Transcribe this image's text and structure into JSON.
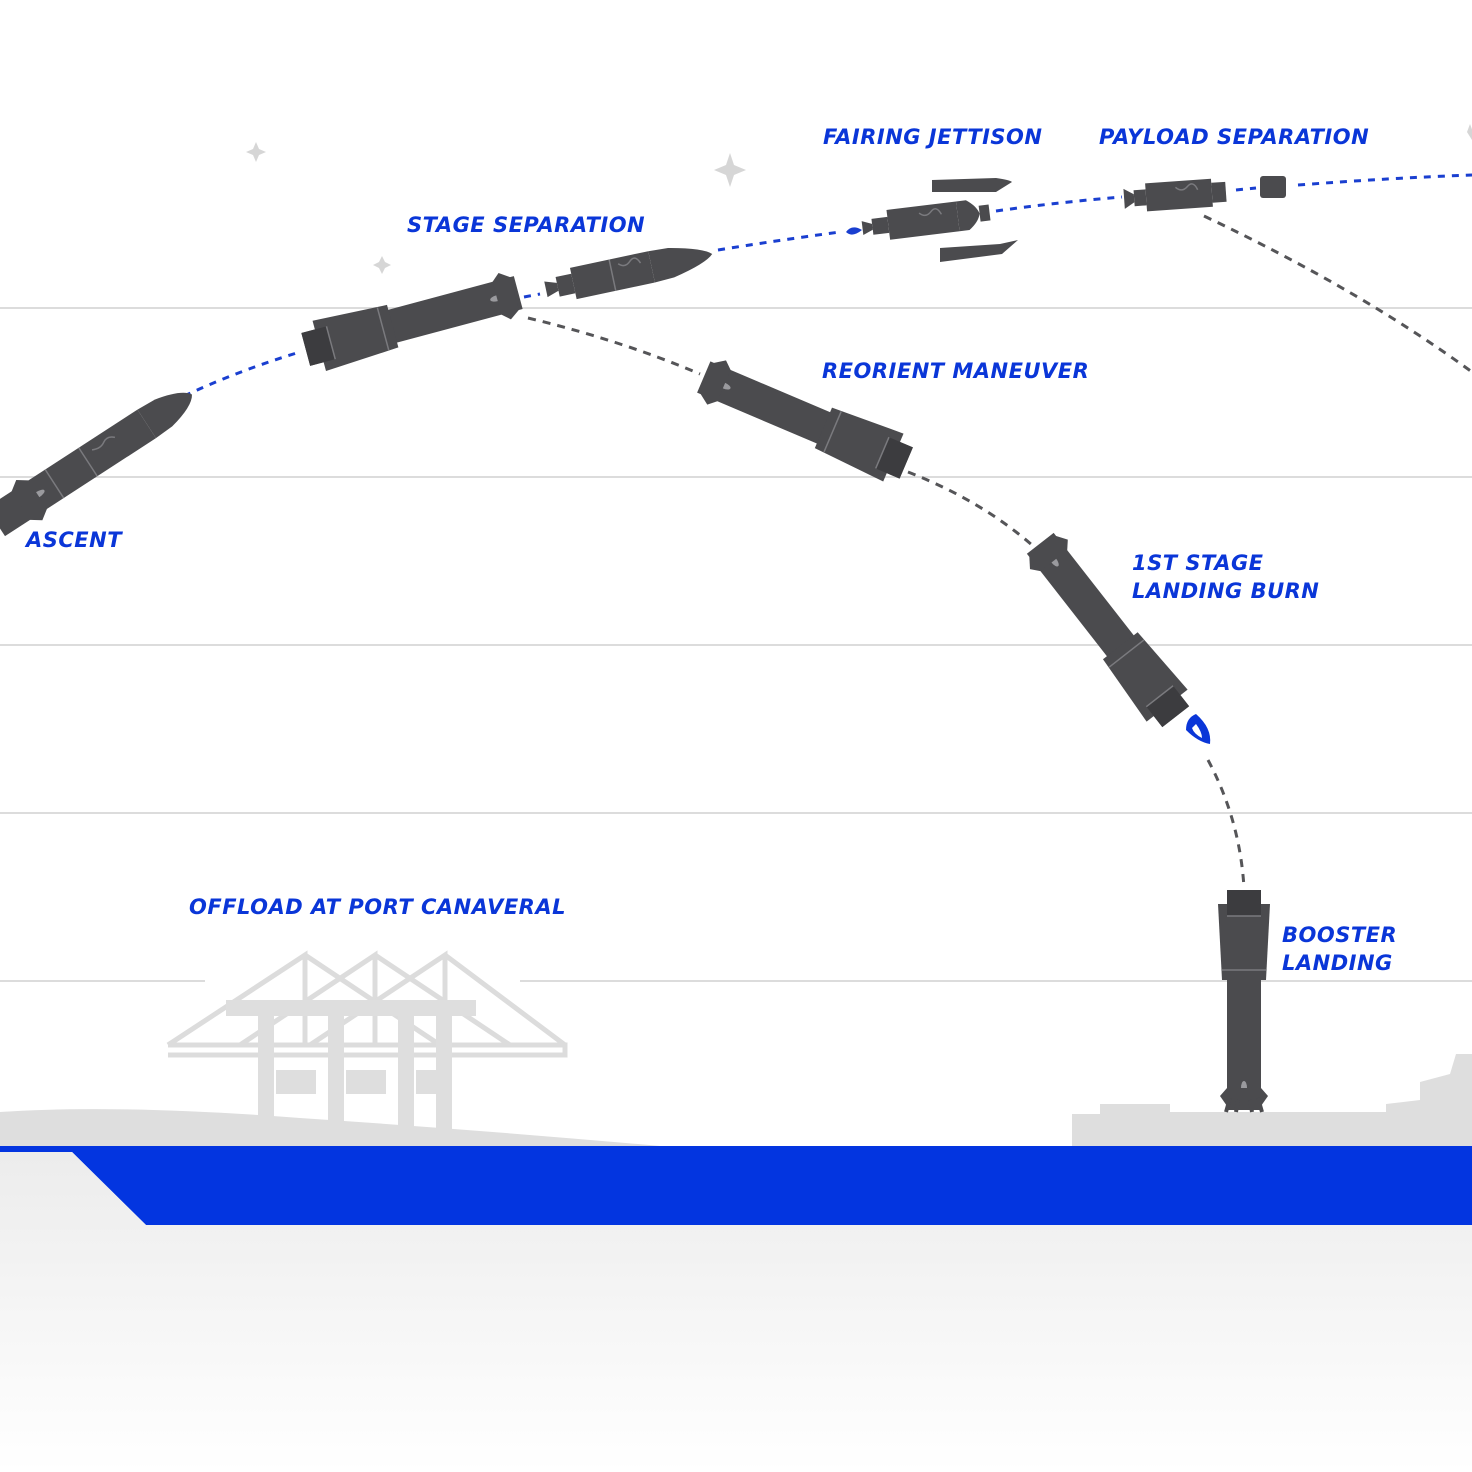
{
  "labels": {
    "ascent": "ASCENT",
    "stage_separation": "STAGE SEPARATION",
    "fairing_jettison": "FAIRING JETTISON",
    "payload_separation": "PAYLOAD SEPARATION",
    "reorient_maneuver": "REORIENT MANEUVER",
    "landing_burn_line1": "1ST STAGE",
    "landing_burn_line2": "LANDING BURN",
    "booster_landing_line1": "BOOSTER",
    "booster_landing_line2": "LANDING",
    "offload": "OFFLOAD AT PORT CANAVERAL"
  },
  "colors": {
    "accent_blue": "#0a36d8",
    "water_blue": "#0335e0",
    "rocket_grey": "#4b4b4e",
    "land_grey": "#dedede",
    "grid_grey": "#dcdcdc"
  },
  "icons": [
    "sparkle-star-icon",
    "rocket-icon",
    "flame-icon",
    "fairing-icon",
    "payload-icon",
    "gantry-crane-icon",
    "droneship-icon"
  ]
}
